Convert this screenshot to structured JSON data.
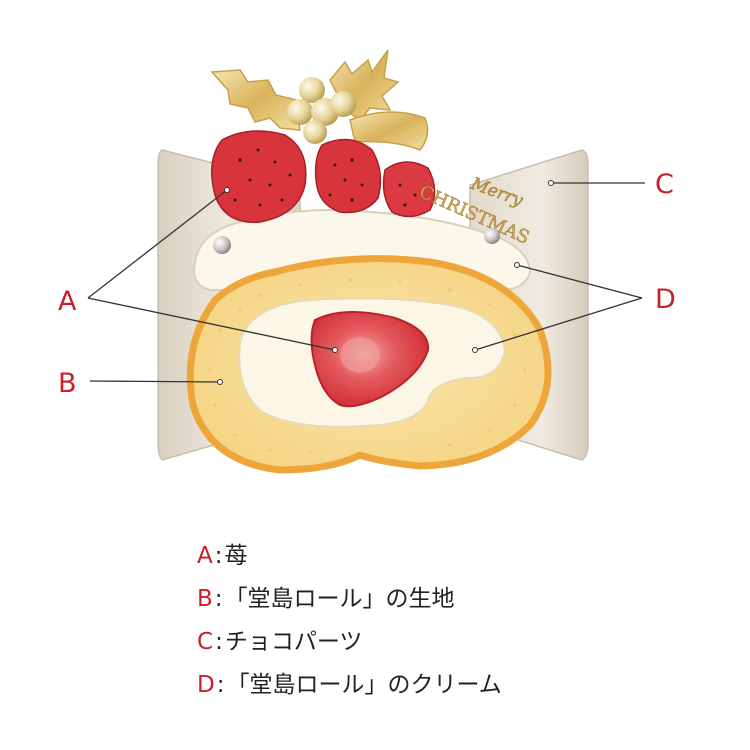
{
  "labels": {
    "a": "A",
    "b": "B",
    "c": "C",
    "d": "D"
  },
  "plate_text": {
    "line1": "Merry",
    "line2": "CHRISTMAS"
  },
  "legend": [
    {
      "key": "A",
      "sep": ":",
      "text": "苺"
    },
    {
      "key": "B",
      "sep": ":",
      "text": "「堂島ロール」の生地"
    },
    {
      "key": "C",
      "sep": ":",
      "text": "チョコパーツ"
    },
    {
      "key": "D",
      "sep": ":",
      "text": "「堂島ロール」のクリーム"
    }
  ],
  "colors": {
    "callout": "#c8202a",
    "sponge": "#f7d98e",
    "sponge_edge": "#eeaa38",
    "cream": "#fbf6e6",
    "strawberry": "#d8343c",
    "chocolate_panel": "#e6ded1",
    "gold": "#d9b25a"
  }
}
